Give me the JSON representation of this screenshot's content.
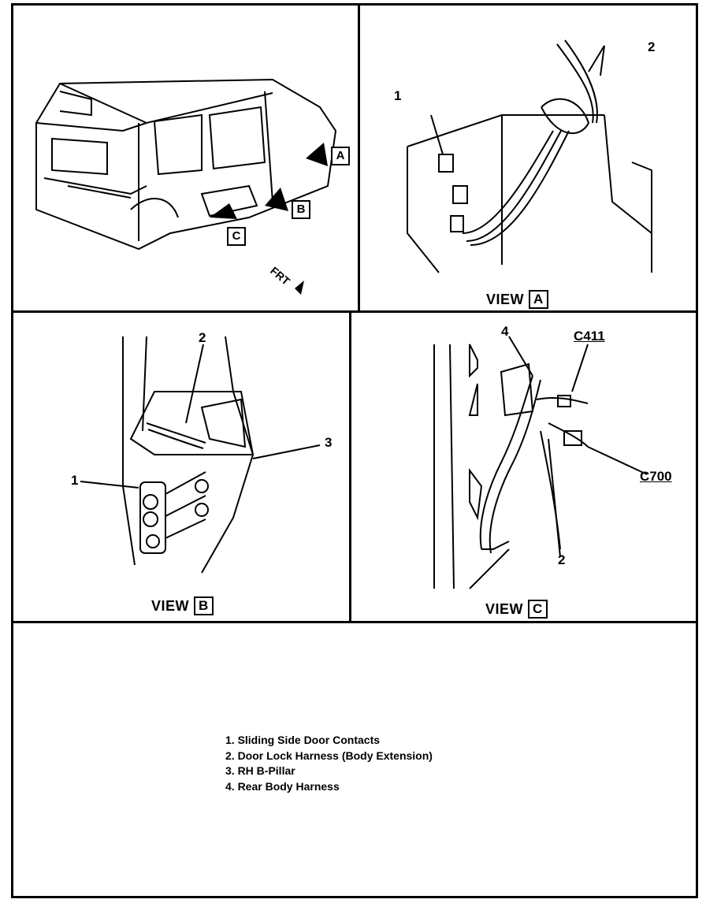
{
  "views": {
    "a": {
      "word": "VIEW",
      "letter": "A"
    },
    "b": {
      "word": "VIEW",
      "letter": "B"
    },
    "c": {
      "word": "VIEW",
      "letter": "C"
    }
  },
  "overview": {
    "arrow_a": "A",
    "arrow_b": "B",
    "arrow_c": "C",
    "frt": "FRT"
  },
  "callouts": {
    "a_1": "1",
    "a_2": "2",
    "b_1": "1",
    "b_2": "2",
    "b_3": "3",
    "c_4": "4",
    "c_2": "2",
    "c_c411": "C411",
    "c_c700": "C700"
  },
  "legend": [
    "1. Sliding Side Door Contacts",
    "2. Door Lock Harness (Body Extension)",
    "3. RH B-Pillar",
    "4. Rear Body Harness"
  ]
}
